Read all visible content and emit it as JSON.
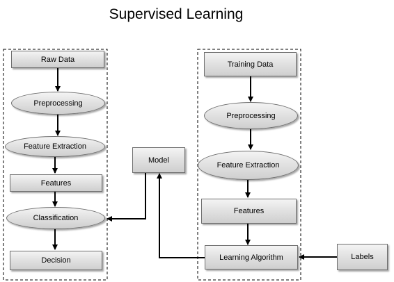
{
  "title": "Supervised Learning",
  "left_pipeline": {
    "raw_data": "Raw Data",
    "preprocessing": "Preprocessing",
    "feature_extraction": "Feature Extraction",
    "features": "Features",
    "classification": "Classification",
    "decision": "Decision"
  },
  "model": "Model",
  "right_pipeline": {
    "training_data": "Training Data",
    "preprocessing": "Preprocessing",
    "feature_extraction": "Feature Extraction",
    "features": "Features",
    "learning_algorithm": "Learning Algorithm"
  },
  "labels": "Labels",
  "colors": {
    "node_fill_top": "#f4f4f4",
    "node_fill_bottom": "#cfcfcf",
    "line": "#000000"
  }
}
